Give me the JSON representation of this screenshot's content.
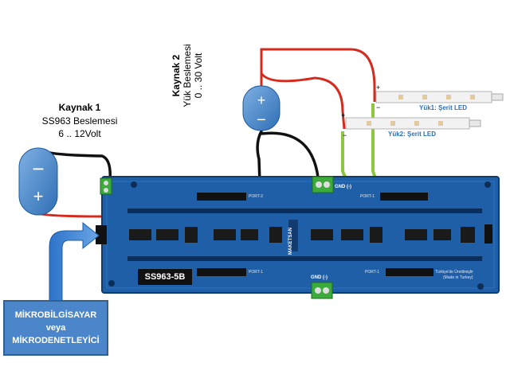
{
  "source1": {
    "title": "Kaynak 1",
    "line1": "SS963 Beslemesi",
    "line2": "6 .. 12Volt"
  },
  "source2": {
    "title": "Kaynak 2",
    "line1": "Yük Beslemesi",
    "line2": "0 .. 30 Volt"
  },
  "mcu": {
    "line1": "MİKROBİLGİSAYAR",
    "line2": "veya",
    "line3": "MİKRODENETLEYİCİ"
  },
  "board": {
    "label": "SS963-5B",
    "brand": "MAKETSAN",
    "port1": "PORT-1",
    "port2": "PORT-2",
    "made_in": "Türkiye'de Üretilmiştir",
    "made_in_en": "(Made in Turkey)",
    "gnd_top": "GND (-)",
    "gnd_bottom": "GND (-)"
  },
  "leds": {
    "load1": "Yük1: Şerit LED",
    "load2": "Yük2: Şerit LED"
  },
  "colors": {
    "board": "#1f5fa8",
    "wire_red": "#d52b1e",
    "wire_black": "#111111",
    "wire_green": "#8dc63f",
    "battery": "#4a86c9",
    "terminal": "#3cab3c"
  }
}
